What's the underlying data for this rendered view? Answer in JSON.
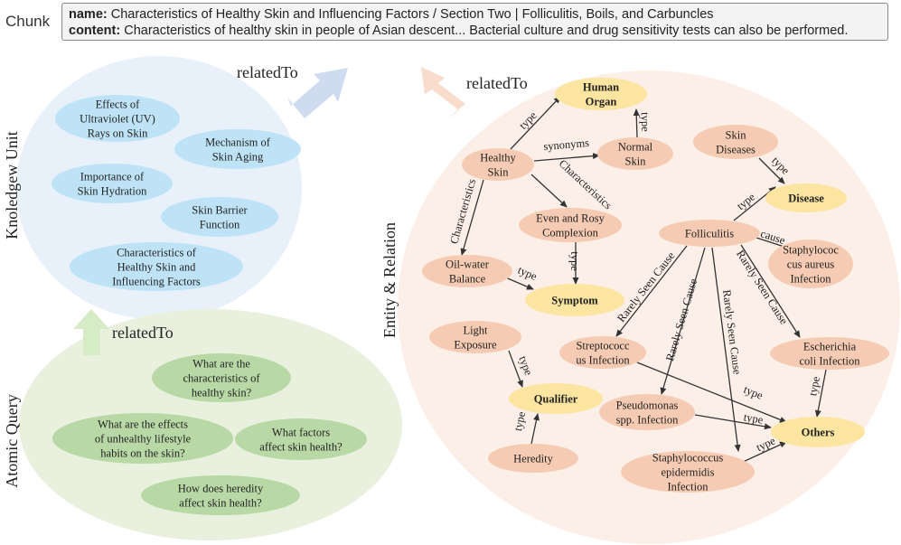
{
  "chunk": {
    "label": "Chunk",
    "name_key": "name:",
    "name_value": "Characteristics of Healthy Skin and Influencing Factors / Section Two | Folliculitis, Boils, and Carbuncles",
    "content_key": "content:",
    "content_value": "Characteristics of healthy skin in people of Asian descent... Bacterial culture and drug sensitivity tests can also be performed."
  },
  "colors": {
    "knowledge_bg": "#e8f0fa",
    "knowledge_node": "#bfe3f6",
    "query_bg": "#e9f1de",
    "query_node": "#b8d8a6",
    "entity_bg": "#fcefe8",
    "entity_node": "#f5cbb3",
    "type_node": "#fbe5a0",
    "arrow_blue": "#cfdcf0",
    "arrow_green": "#d6ecc6",
    "arrow_peach": "#f8dccc"
  },
  "knowledge_unit": {
    "label": "Knoledgew Unit",
    "nodes": [
      {
        "id": "uv",
        "lines": [
          "Effects of",
          "Ultraviolet (UV)",
          "Rays on Skin"
        ]
      },
      {
        "id": "aging",
        "lines": [
          "Mechanism of",
          "Skin Aging"
        ]
      },
      {
        "id": "hydration",
        "lines": [
          "Importance of",
          "Skin Hydration"
        ]
      },
      {
        "id": "barrier",
        "lines": [
          "Skin Barrier",
          "Function"
        ]
      },
      {
        "id": "characteristics",
        "lines": [
          "Characteristics of",
          "Healthy Skin and",
          "Influencing Factors"
        ]
      }
    ]
  },
  "atomic_query": {
    "label": "Atomic Query",
    "nodes": [
      {
        "id": "q1",
        "lines": [
          "What are the",
          "characteristics of",
          "healthy skin?"
        ]
      },
      {
        "id": "q2",
        "lines": [
          "What are the effects",
          "of unhealthy lifestyle",
          "habits on the skin?"
        ]
      },
      {
        "id": "q3",
        "lines": [
          "What factors",
          "affect skin health?"
        ]
      },
      {
        "id": "q4",
        "lines": [
          "How does heredity",
          "affect skin health?"
        ]
      }
    ]
  },
  "entity_relation": {
    "label": "Entity & Relation",
    "nodes": [
      {
        "id": "human_organ",
        "kind": "type",
        "lines": [
          "Human",
          "Organ"
        ]
      },
      {
        "id": "healthy_skin",
        "kind": "entity",
        "lines": [
          "Healthy",
          "Skin"
        ]
      },
      {
        "id": "normal_skin",
        "kind": "entity",
        "lines": [
          "Normal",
          "Skin"
        ]
      },
      {
        "id": "skin_diseases",
        "kind": "entity",
        "lines": [
          "Skin",
          "Diseases"
        ]
      },
      {
        "id": "disease",
        "kind": "type",
        "lines": [
          "Disease"
        ]
      },
      {
        "id": "even_rosy",
        "kind": "entity",
        "lines": [
          "Even and Rosy",
          "Complexion"
        ]
      },
      {
        "id": "folliculitis",
        "kind": "entity",
        "lines": [
          "Folliculitis"
        ]
      },
      {
        "id": "oil_water",
        "kind": "entity",
        "lines": [
          "Oil-water",
          "Balance"
        ]
      },
      {
        "id": "staph_aureus",
        "kind": "entity",
        "lines": [
          "Staphylococ",
          "cus aureus",
          "Infection"
        ]
      },
      {
        "id": "symptom",
        "kind": "type",
        "lines": [
          "Symptom"
        ]
      },
      {
        "id": "light",
        "kind": "entity",
        "lines": [
          "Light",
          "Exposure"
        ]
      },
      {
        "id": "strep",
        "kind": "entity",
        "lines": [
          "Streptococc",
          "us Infection"
        ]
      },
      {
        "id": "ecoli",
        "kind": "entity",
        "lines": [
          "Escherichia",
          "coli Infection"
        ]
      },
      {
        "id": "qualifier",
        "kind": "type",
        "lines": [
          "Qualifier"
        ]
      },
      {
        "id": "pseudomonas",
        "kind": "entity",
        "lines": [
          "Pseudomonas",
          "spp. Infection"
        ]
      },
      {
        "id": "others",
        "kind": "type",
        "lines": [
          "Others"
        ]
      },
      {
        "id": "heredity",
        "kind": "entity",
        "lines": [
          "Heredity"
        ]
      },
      {
        "id": "staph_epi",
        "kind": "entity",
        "lines": [
          "Staphylococcus",
          "epidermidis",
          "Infection"
        ]
      }
    ],
    "edges": [
      {
        "id": "e1",
        "from": "healthy_skin",
        "to": "human_organ",
        "label": "type"
      },
      {
        "id": "e2",
        "from": "normal_skin",
        "to": "human_organ",
        "label": "type"
      },
      {
        "id": "e3",
        "from": "healthy_skin",
        "to": "normal_skin",
        "label": "synonyms"
      },
      {
        "id": "e4",
        "from": "healthy_skin",
        "to": "even_rosy",
        "label": "Characteristics"
      },
      {
        "id": "e5",
        "from": "healthy_skin",
        "to": "oil_water",
        "label": "Characteristics"
      },
      {
        "id": "e6",
        "from": "skin_diseases",
        "to": "disease",
        "label": "type"
      },
      {
        "id": "e7",
        "from": "folliculitis",
        "to": "disease",
        "label": "type"
      },
      {
        "id": "e8",
        "from": "folliculitis",
        "to": "staph_aureus",
        "label": "cause"
      },
      {
        "id": "e9",
        "from": "folliculitis",
        "to": "ecoli",
        "label": "Rarely Seen Cause"
      },
      {
        "id": "e10",
        "from": "folliculitis",
        "to": "strep",
        "label": "Rarely Seen Cause"
      },
      {
        "id": "e11",
        "from": "folliculitis",
        "to": "pseudomonas",
        "label": "Rarely Seen Cause"
      },
      {
        "id": "e12",
        "from": "folliculitis",
        "to": "staph_epi",
        "label": "Rarely Seen Cause"
      },
      {
        "id": "e13",
        "from": "even_rosy",
        "to": "symptom",
        "label": "type"
      },
      {
        "id": "e14",
        "from": "oil_water",
        "to": "symptom",
        "label": "type"
      },
      {
        "id": "e15",
        "from": "light",
        "to": "qualifier",
        "label": "type"
      },
      {
        "id": "e16",
        "from": "heredity",
        "to": "qualifier",
        "label": "type"
      },
      {
        "id": "e17",
        "from": "strep",
        "to": "others",
        "label": "type"
      },
      {
        "id": "e18",
        "from": "pseudomonas",
        "to": "others",
        "label": "type"
      },
      {
        "id": "e19",
        "from": "ecoli",
        "to": "others",
        "label": "type"
      },
      {
        "id": "e20",
        "from": "staph_epi",
        "to": "others",
        "label": "type"
      }
    ]
  },
  "related_to": {
    "top_left": "relatedTo",
    "top_right": "relatedTo",
    "middle": "relatedTo"
  }
}
